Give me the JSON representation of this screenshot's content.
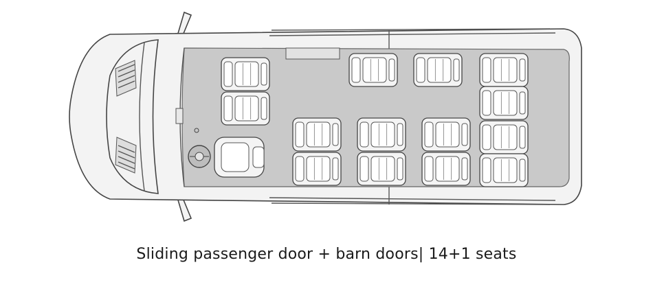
{
  "caption": "Sliding passenger door + barn doors| 14+1 seats",
  "colors": {
    "floor": "#c9c9c9",
    "body": "#f3f3f3",
    "outline": "#444444"
  },
  "icons": [
    "van-top-view-icon",
    "steering-wheel-icon",
    "seat-icon"
  ],
  "seats": {
    "passenger": 14,
    "driver": 1
  }
}
